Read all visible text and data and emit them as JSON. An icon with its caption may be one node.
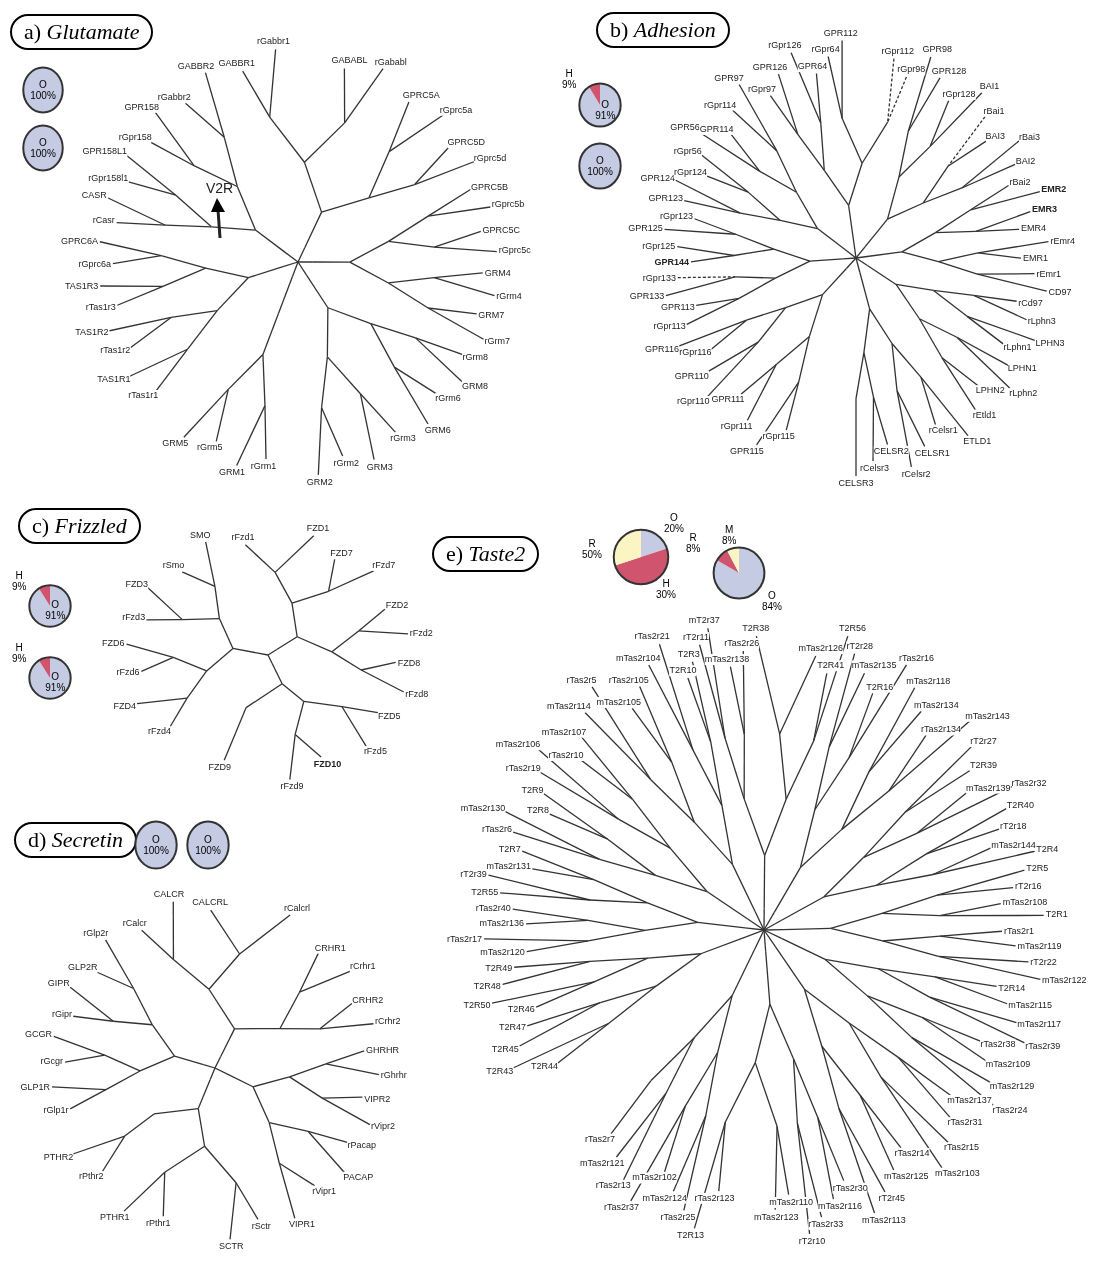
{
  "diagram": {
    "nodes": [
      {
        "text": [
          "a) *Glutamate*"
        ]
      },
      {
        "text": [
          "O 100%"
        ]
      },
      {
        "text": [
          "O 100%"
        ]
      },
      {
        "text": [
          "b) *Adhesion*"
        ]
      },
      {
        "text": [
          "O 91%"
        ],
        "beside": [
          "H 9%"
        ]
      },
      {
        "text": [
          "O 100%"
        ]
      },
      {
        "text": [
          "c) *Frizzled*"
        ]
      },
      {
        "text": [
          "O 91%"
        ],
        "beside": [
          "H 9%"
        ]
      },
      {
        "text": [
          "O 91%"
        ],
        "beside": [
          "H 9%"
        ]
      },
      {
        "text": [
          "d) *Secretin*"
        ]
      },
      {
        "text": [
          "O 100%"
        ]
      },
      {
        "text": [
          "O 100%"
        ]
      },
      {
        "text": [
          "e) *Taste2*"
        ]
      },
      {
        "text": [],
        "shape": "circle",
        "beside": [
          "R 50%",
          "O 20%",
          "H 30%"
        ]
      },
      {
        "text": [],
        "shape": "circle",
        "beside": [
          "R 8%",
          "M 8%",
          "O 84%"
        ]
      }
    ],
    "labels": [
      "rTas1r1",
      "TAS1R1",
      "rTas1r2",
      "TAS1R2",
      "rTas1r3",
      "TAS1R3",
      "rGprc6a",
      "GPRC6A",
      "rCasr",
      "CASR",
      "rGpr158l1",
      "GPR158L1",
      "rGpr158",
      "GPR158",
      "rGabbr2",
      "GABBR2",
      "GABBR1",
      "rGabbr1",
      "GABABL",
      "rGababl",
      "GPRC5A",
      "rGprc5a",
      "GPRC5D",
      "rGprc5d",
      "GPRC5B",
      "rGprc5b",
      "GPRC5C",
      "rGprc5c",
      "GRM4",
      "rGrm4",
      "GRM7",
      "rGrm7",
      "rGrm8",
      "GRM8",
      "rGrm6",
      "GRM6",
      "rGrm3",
      "GRM3",
      "rGrm2",
      "GRM2",
      "rGrm1",
      "GRM1",
      "rGrm5",
      "GRM5",
      "V2R",
      "rGpr115",
      "GPR115",
      "rGpr111",
      "GPR111",
      "rGpr110",
      "GPR110",
      "rGpr116",
      "GPR116",
      "rGpr113",
      "GPR113",
      "GPR133",
      "rGpr133",
      "GPR144",
      "rGpr125",
      "GPR125",
      "rGpr123",
      "GPR123",
      "GPR124",
      "rGpr124",
      "rGpr56",
      "GPR56",
      "GPR114",
      "rGpr114",
      "GPR97",
      "rGpr97",
      "GPR126",
      "rGpr126",
      "GPR64",
      "rGpr64",
      "GPR112",
      "rGpr112",
      "rGpr98",
      "GPR98",
      "GPR128",
      "rGpr128",
      "BAI1",
      "rBai1",
      "BAI3",
      "rBai3",
      "BAI2",
      "rBai2",
      "EMR2",
      "EMR3",
      "EMR4",
      "rEmr4",
      "EMR1",
      "rEmr1",
      "CD97",
      "rCd97",
      "rLphn3",
      "LPHN3",
      "rLphn1",
      "LPHN1",
      "rLphn2",
      "LPHN2",
      "rEtld1",
      "ETLD1",
      "rCelsr1",
      "CELSR1",
      "rCelsr2",
      "CELSR2",
      "rCelsr3",
      "CELSR3",
      "rFzd4",
      "FZD4",
      "rFzd6",
      "FZD6",
      "rFzd3",
      "FZD3",
      "rSmo",
      "SMO",
      "rFzd1",
      "FZD1",
      "FZD7",
      "rFzd7",
      "FZD2",
      "rFzd2",
      "FZD8",
      "rFzd8",
      "FZD5",
      "rFzd5",
      "FZD10",
      "rFzd9",
      "FZD9",
      "rGlp1r",
      "GLP1R",
      "rGcgr",
      "GCGR",
      "rGipr",
      "GIPR",
      "GLP2R",
      "rGlp2r",
      "rCalcr",
      "CALCR",
      "CALCRL",
      "rCalcrl",
      "CRHR1",
      "rCrhr1",
      "CRHR2",
      "rCrhr2",
      "GHRHR",
      "rGhrhr",
      "VIPR2",
      "rVipr2",
      "rPacap",
      "PACAP",
      "rVipr1",
      "VIPR1",
      "rSctr",
      "SCTR",
      "rPthr1",
      "PTHR1",
      "rPthr2",
      "PTHR2",
      "T2R44",
      "T2R43",
      "T2R45",
      "T2R47",
      "T2R46",
      "T2R50",
      "T2R48",
      "T2R49",
      "mTas2r120",
      "rTas2r17",
      "mTas2r136",
      "rTas2r40",
      "T2R55",
      "rT2r39",
      "mTas2r131",
      "T2R7",
      "rTas2r6",
      "mTas2r130",
      "T2R8",
      "T2R9",
      "rTas2r19",
      "mTas2r106",
      "rTas2r10",
      "mTas2r107",
      "mTas2r114",
      "rTas2r5",
      "mTas2r105",
      "rTas2r105",
      "mTas2r104",
      "rTas2r21",
      "T2R10",
      "T2R3",
      "rT2r11",
      "mT2r37",
      "mTas2r138",
      "rTas2r26",
      "T2R38",
      "mTas2r126",
      "T2R41",
      "T2R56",
      "rT2r28",
      "mTas2r135",
      "T2R16",
      "rTas2r16",
      "mTas2r118",
      "mTas2r134",
      "rTas2r134",
      "mTas2r143",
      "rT2r27",
      "T2R39",
      "mTas2r139",
      "rTas2r32",
      "T2R40",
      "rT2r18",
      "mTas2r144",
      "T2R4",
      "T2R5",
      "rT2r16",
      "mTas2r108",
      "T2R1",
      "rTas2r1",
      "mTas2r119",
      "rT2r22",
      "mTas2r122",
      "T2R14",
      "mTas2r115",
      "mTas2r117",
      "rTas2r39",
      "rTas2r38",
      "mTas2r109",
      "mTas2r129",
      "rTas2r24",
      "mTas2r137",
      "rTas2r31",
      "rTas2r15",
      "mTas2r103",
      "rTas2r14",
      "mTas2r125",
      "rT2r45",
      "mTas2r113",
      "rTas2r30",
      "mTas2r116",
      "rTas2r33",
      "rT2r10",
      "mTas2r110",
      "mTas2r123",
      "rTas2r123",
      "T2R13",
      "rTas2r25",
      "mTas2r124",
      "mTas2r102",
      "rTas2r37",
      "rTas2r13",
      "mTas2r121",
      "rTas2r7"
    ]
  }
}
